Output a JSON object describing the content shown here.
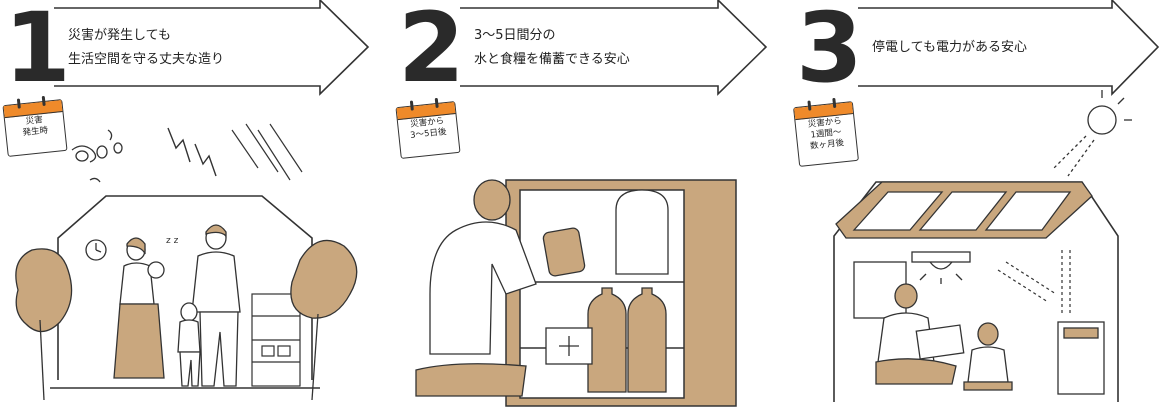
{
  "steps": [
    {
      "number": "1",
      "caption_lines": [
        "災害が発生しても",
        "生活空間を守る丈夫な造り"
      ],
      "calendar_lines": [
        "災害",
        "発生時"
      ]
    },
    {
      "number": "2",
      "caption_lines": [
        "3～5日間分の",
        "水と食糧を備蓄できる安心"
      ],
      "calendar_lines": [
        "災害から",
        "3～5日後"
      ]
    },
    {
      "number": "3",
      "caption_lines": [
        "停電しても電力がある安心"
      ],
      "calendar_lines": [
        "災害から",
        "1週間～",
        "数ヶ月後"
      ]
    }
  ],
  "colors": {
    "accent_orange": "#ef8a2a",
    "cardboard_tan": "#c9a77e",
    "ink": "#2a2a2a"
  }
}
